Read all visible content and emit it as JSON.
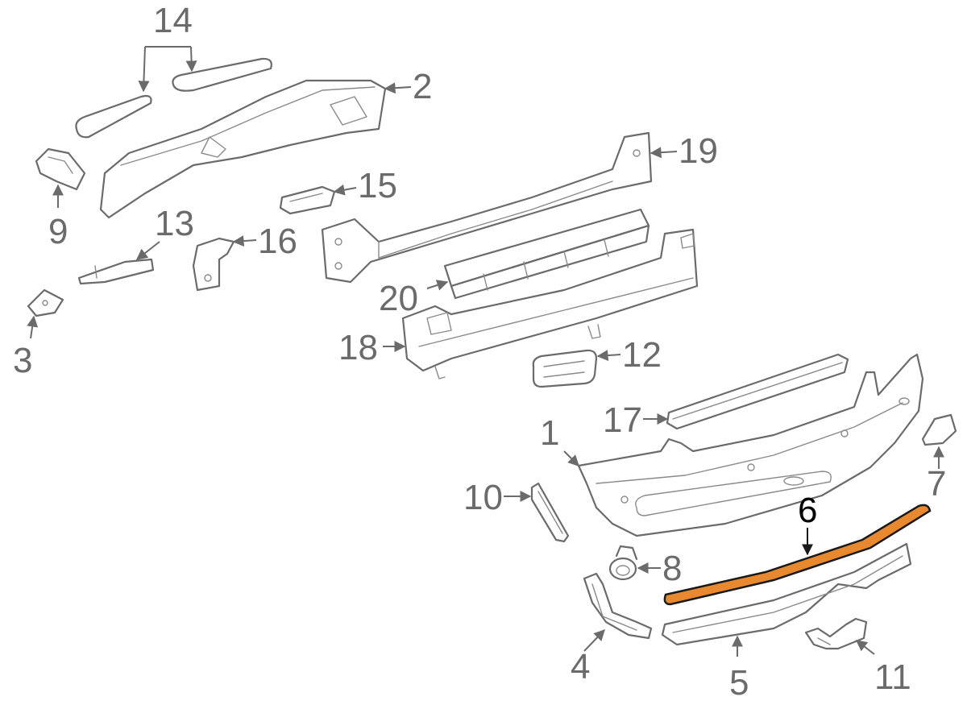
{
  "diagram": {
    "callouts": {
      "c1": "1",
      "c2": "2",
      "c3": "3",
      "c4": "4",
      "c5": "5",
      "c6": "6",
      "c7": "7",
      "c8": "8",
      "c9": "9",
      "c10": "10",
      "c11": "11",
      "c12": "12",
      "c13": "13",
      "c14": "14",
      "c15": "15",
      "c16": "16",
      "c17": "17",
      "c18": "18",
      "c19": "19",
      "c20": "20"
    },
    "highlighted_callout": "6",
    "colors": {
      "line_art": "#6b6b6b",
      "highlight_fill": "#e8892f",
      "highlight_outline": "#1a1a1a",
      "background": "#ffffff"
    }
  }
}
